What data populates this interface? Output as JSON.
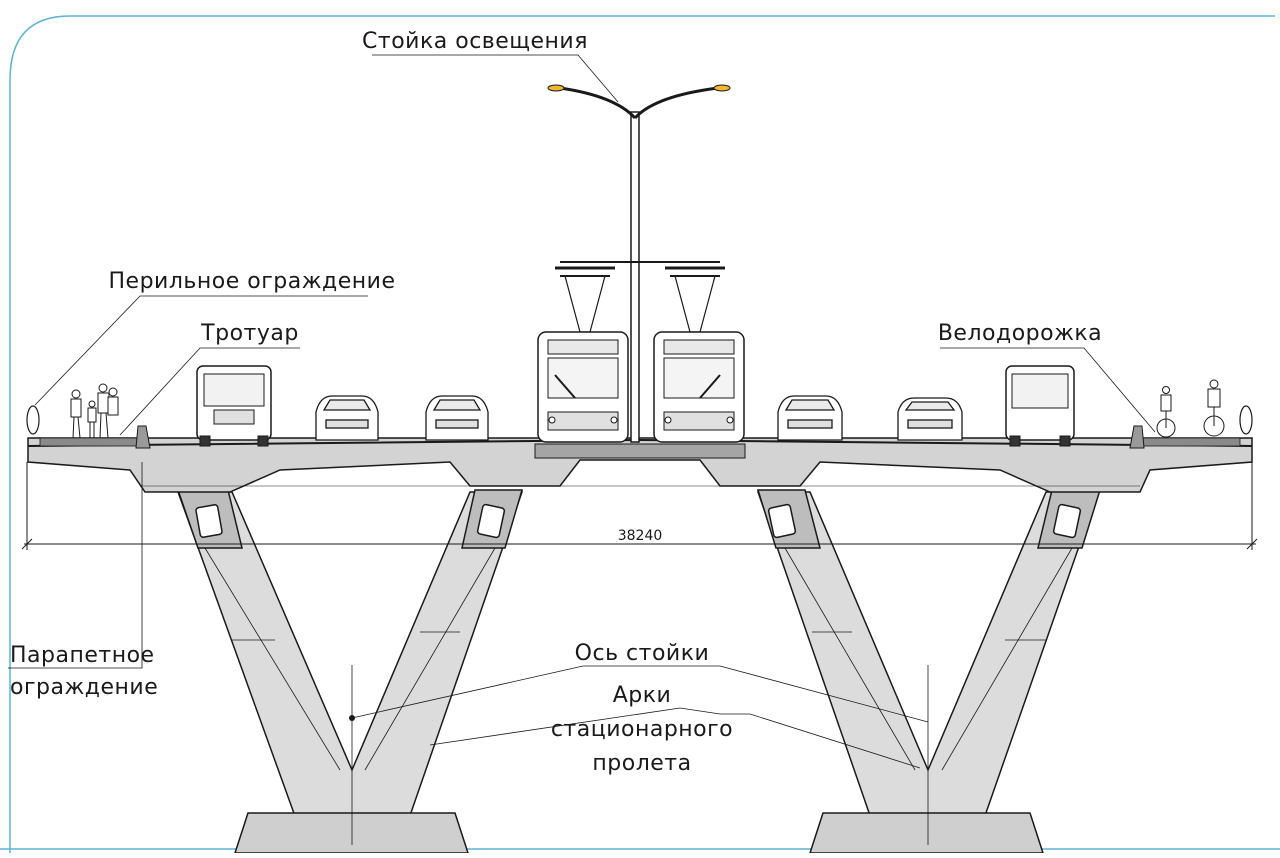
{
  "labels": {
    "lighting_pole": "Стойка освещения",
    "railing": "Перильное ограждение",
    "sidewalk": "Тротуар",
    "bike_lane": "Велодорожка",
    "parapet_line1": "Парапетное",
    "parapet_line2": "ограждение",
    "pier_axis": "Ось стойки",
    "arches_line1": "Арки",
    "arches_line2": "стационарного",
    "arches_line3": "пролета"
  },
  "dimension": {
    "total_width": "38240"
  },
  "colors": {
    "frame_accent": "#5bb3d6",
    "concrete": "#d6d6d6",
    "concrete_dark": "#bdbdbd",
    "line": "#1a1a1a",
    "lamp": "#f2b632"
  }
}
